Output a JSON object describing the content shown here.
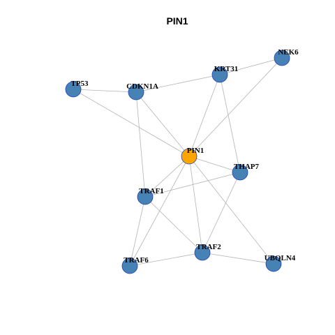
{
  "title": "PIN1",
  "colors": {
    "center_node": "#FFA500",
    "node": "#4682B4",
    "node_border": "#1f3fbf",
    "edge": "#b3b3b3"
  },
  "nodes": [
    {
      "id": "PIN1",
      "label": "PIN1",
      "center": true
    },
    {
      "id": "TP53",
      "label": "TP53"
    },
    {
      "id": "CDKN1A",
      "label": "CDKN1A"
    },
    {
      "id": "KRT31",
      "label": "KRT31"
    },
    {
      "id": "NEK6",
      "label": "NEK6"
    },
    {
      "id": "THAP7",
      "label": "THAP7"
    },
    {
      "id": "TRAF1",
      "label": "TRAF1"
    },
    {
      "id": "TRAF2",
      "label": "TRAF2"
    },
    {
      "id": "TRAF6",
      "label": "TRAF6"
    },
    {
      "id": "UBQLN4",
      "label": "UBQLN4"
    }
  ],
  "edges": [
    [
      "TP53",
      "CDKN1A"
    ],
    [
      "TP53",
      "PIN1"
    ],
    [
      "CDKN1A",
      "KRT31"
    ],
    [
      "CDKN1A",
      "PIN1"
    ],
    [
      "CDKN1A",
      "TRAF1"
    ],
    [
      "KRT31",
      "NEK6"
    ],
    [
      "KRT31",
      "PIN1"
    ],
    [
      "KRT31",
      "THAP7"
    ],
    [
      "NEK6",
      "PIN1"
    ],
    [
      "PIN1",
      "THAP7"
    ],
    [
      "PIN1",
      "TRAF1"
    ],
    [
      "PIN1",
      "TRAF2"
    ],
    [
      "PIN1",
      "TRAF6"
    ],
    [
      "PIN1",
      "UBQLN4"
    ],
    [
      "THAP7",
      "TRAF1"
    ],
    [
      "THAP7",
      "TRAF2"
    ],
    [
      "TRAF1",
      "TRAF2"
    ],
    [
      "TRAF1",
      "TRAF6"
    ],
    [
      "TRAF6",
      "TRAF2"
    ],
    [
      "TRAF2",
      "UBQLN4"
    ]
  ]
}
